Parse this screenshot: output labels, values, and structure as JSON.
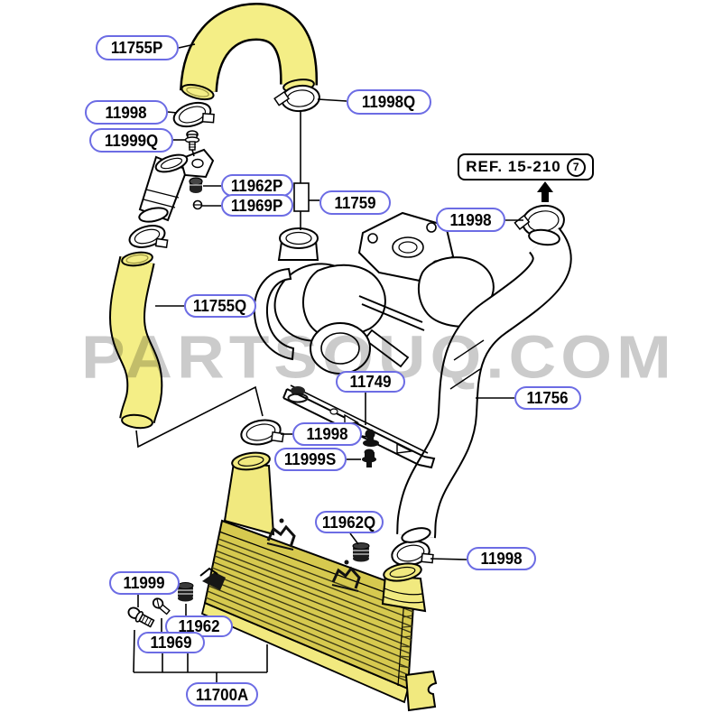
{
  "watermark": "PARTSOUQ.COM",
  "ref_note": {
    "text": "REF. 15-210",
    "circled_number": "7"
  },
  "colors": {
    "label_border": "#6c6ce4",
    "hose_yellow": "#f4ee86",
    "tank_yellow": "#f1e97f",
    "core_yellow": "#d6c94f",
    "line_black": "#000000",
    "watermark_gray": "#cacaca"
  },
  "callouts": [
    {
      "id": "upper-hose",
      "text": "11755P"
    },
    {
      "id": "clamp-top-left",
      "text": "11998"
    },
    {
      "id": "bolt-top-left",
      "text": "11999Q"
    },
    {
      "id": "clamp-top",
      "text": "11998Q"
    },
    {
      "id": "nut-air-pipe",
      "text": "11962P"
    },
    {
      "id": "bolt-air-pipe",
      "text": "11969P"
    },
    {
      "id": "air-intake-pipe",
      "text": "11759"
    },
    {
      "id": "clamp-right",
      "text": "11998"
    },
    {
      "id": "left-hose",
      "text": "11755Q"
    },
    {
      "id": "bracket-rail",
      "text": "11749"
    },
    {
      "id": "clamp-middle",
      "text": "11998"
    },
    {
      "id": "bolt-rail",
      "text": "11999S"
    },
    {
      "id": "right-pipe",
      "text": "11756"
    },
    {
      "id": "mount-upper",
      "text": "11962Q"
    },
    {
      "id": "clamp-bottom-right",
      "text": "11998"
    },
    {
      "id": "bolt-bottom-left",
      "text": "11999"
    },
    {
      "id": "mount-bottom-left",
      "text": "11962"
    },
    {
      "id": "screw-bottom-left",
      "text": "11969"
    },
    {
      "id": "intercooler-assembly",
      "text": "11700A"
    }
  ]
}
